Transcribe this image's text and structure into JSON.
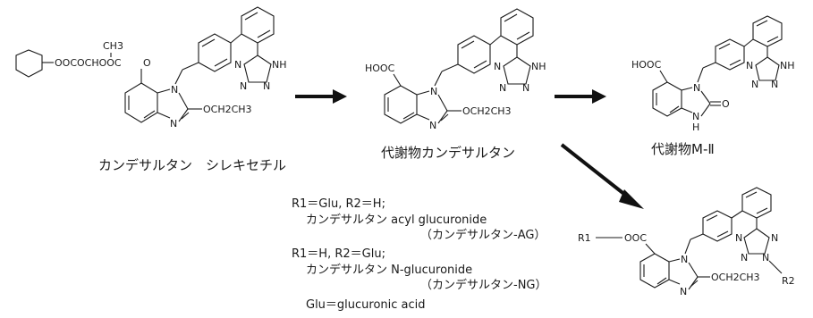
{
  "structures": {
    "prodrug": {
      "caption": "カンデサルタン　シレキセチル",
      "atoms": {
        "ch3": "CH3",
        "ester_chain": "OOCOCHOOC",
        "ester_o": "O",
        "ring_n1": "N",
        "ring_n3": "N",
        "ethoxy": "OCH2CH3",
        "tet_n1": "N",
        "tet_n2": "N",
        "tet_n3": "N",
        "tet_nh": "NH"
      }
    },
    "active": {
      "caption": "代謝物カンデサルタン",
      "atoms": {
        "acid": "HOOC",
        "ring_n1": "N",
        "ring_n3": "N",
        "ethoxy": "OCH2CH3",
        "tet_n1": "N",
        "tet_n2": "N",
        "tet_n3": "N",
        "tet_nh": "NH"
      }
    },
    "m2": {
      "caption": "代謝物M-Ⅱ",
      "atoms": {
        "acid": "HOOC",
        "ring_n1": "N",
        "ring_nh": "N",
        "ring_h": "H",
        "oxo": "O",
        "tet_n1": "N",
        "tet_n2": "N",
        "tet_n3": "N",
        "tet_nh": "NH"
      }
    },
    "glucuronide": {
      "atoms": {
        "r1": "R1",
        "ester": "OOC",
        "ring_n1": "N",
        "ring_n3": "N",
        "ethoxy": "OCH2CH3",
        "tet_n1": "N",
        "tet_n2": "N",
        "tet_n3": "N",
        "tet_n4": "N",
        "r2": "R2"
      }
    }
  },
  "legend": {
    "line1": "R1＝Glu,  R2＝H;",
    "line2": "カンデサルタン  acyl  glucuronide",
    "line3": "（カンデサルタン-AG）",
    "line4": "R1＝H,  R2＝Glu;",
    "line5": "カンデサルタン  N-glucuronide",
    "line6": "（カンデサルタン-NG）",
    "line7": "Glu＝glucuronic  acid"
  }
}
